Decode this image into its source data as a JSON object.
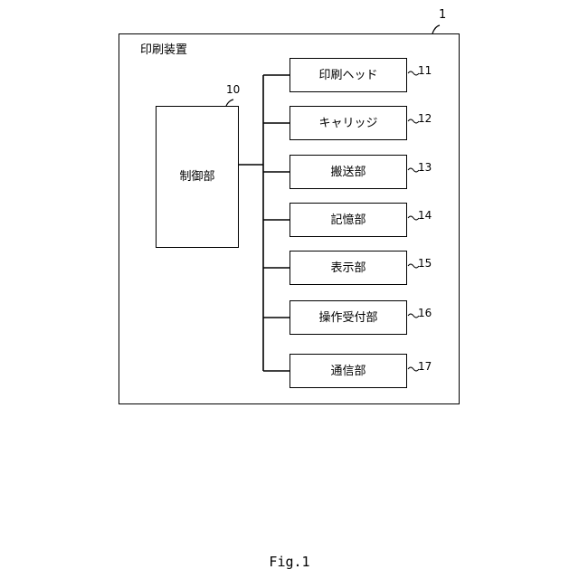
{
  "device": {
    "ref": "1",
    "label": "印刷装置"
  },
  "controller": {
    "ref": "10",
    "label": "制御部"
  },
  "components": [
    {
      "ref": "11",
      "label": "印刷ヘッド"
    },
    {
      "ref": "12",
      "label": "キャリッジ"
    },
    {
      "ref": "13",
      "label": "搬送部"
    },
    {
      "ref": "14",
      "label": "記憶部"
    },
    {
      "ref": "15",
      "label": "表示部"
    },
    {
      "ref": "16",
      "label": "操作受付部"
    },
    {
      "ref": "17",
      "label": "通信部"
    }
  ],
  "caption": "Fig.1"
}
